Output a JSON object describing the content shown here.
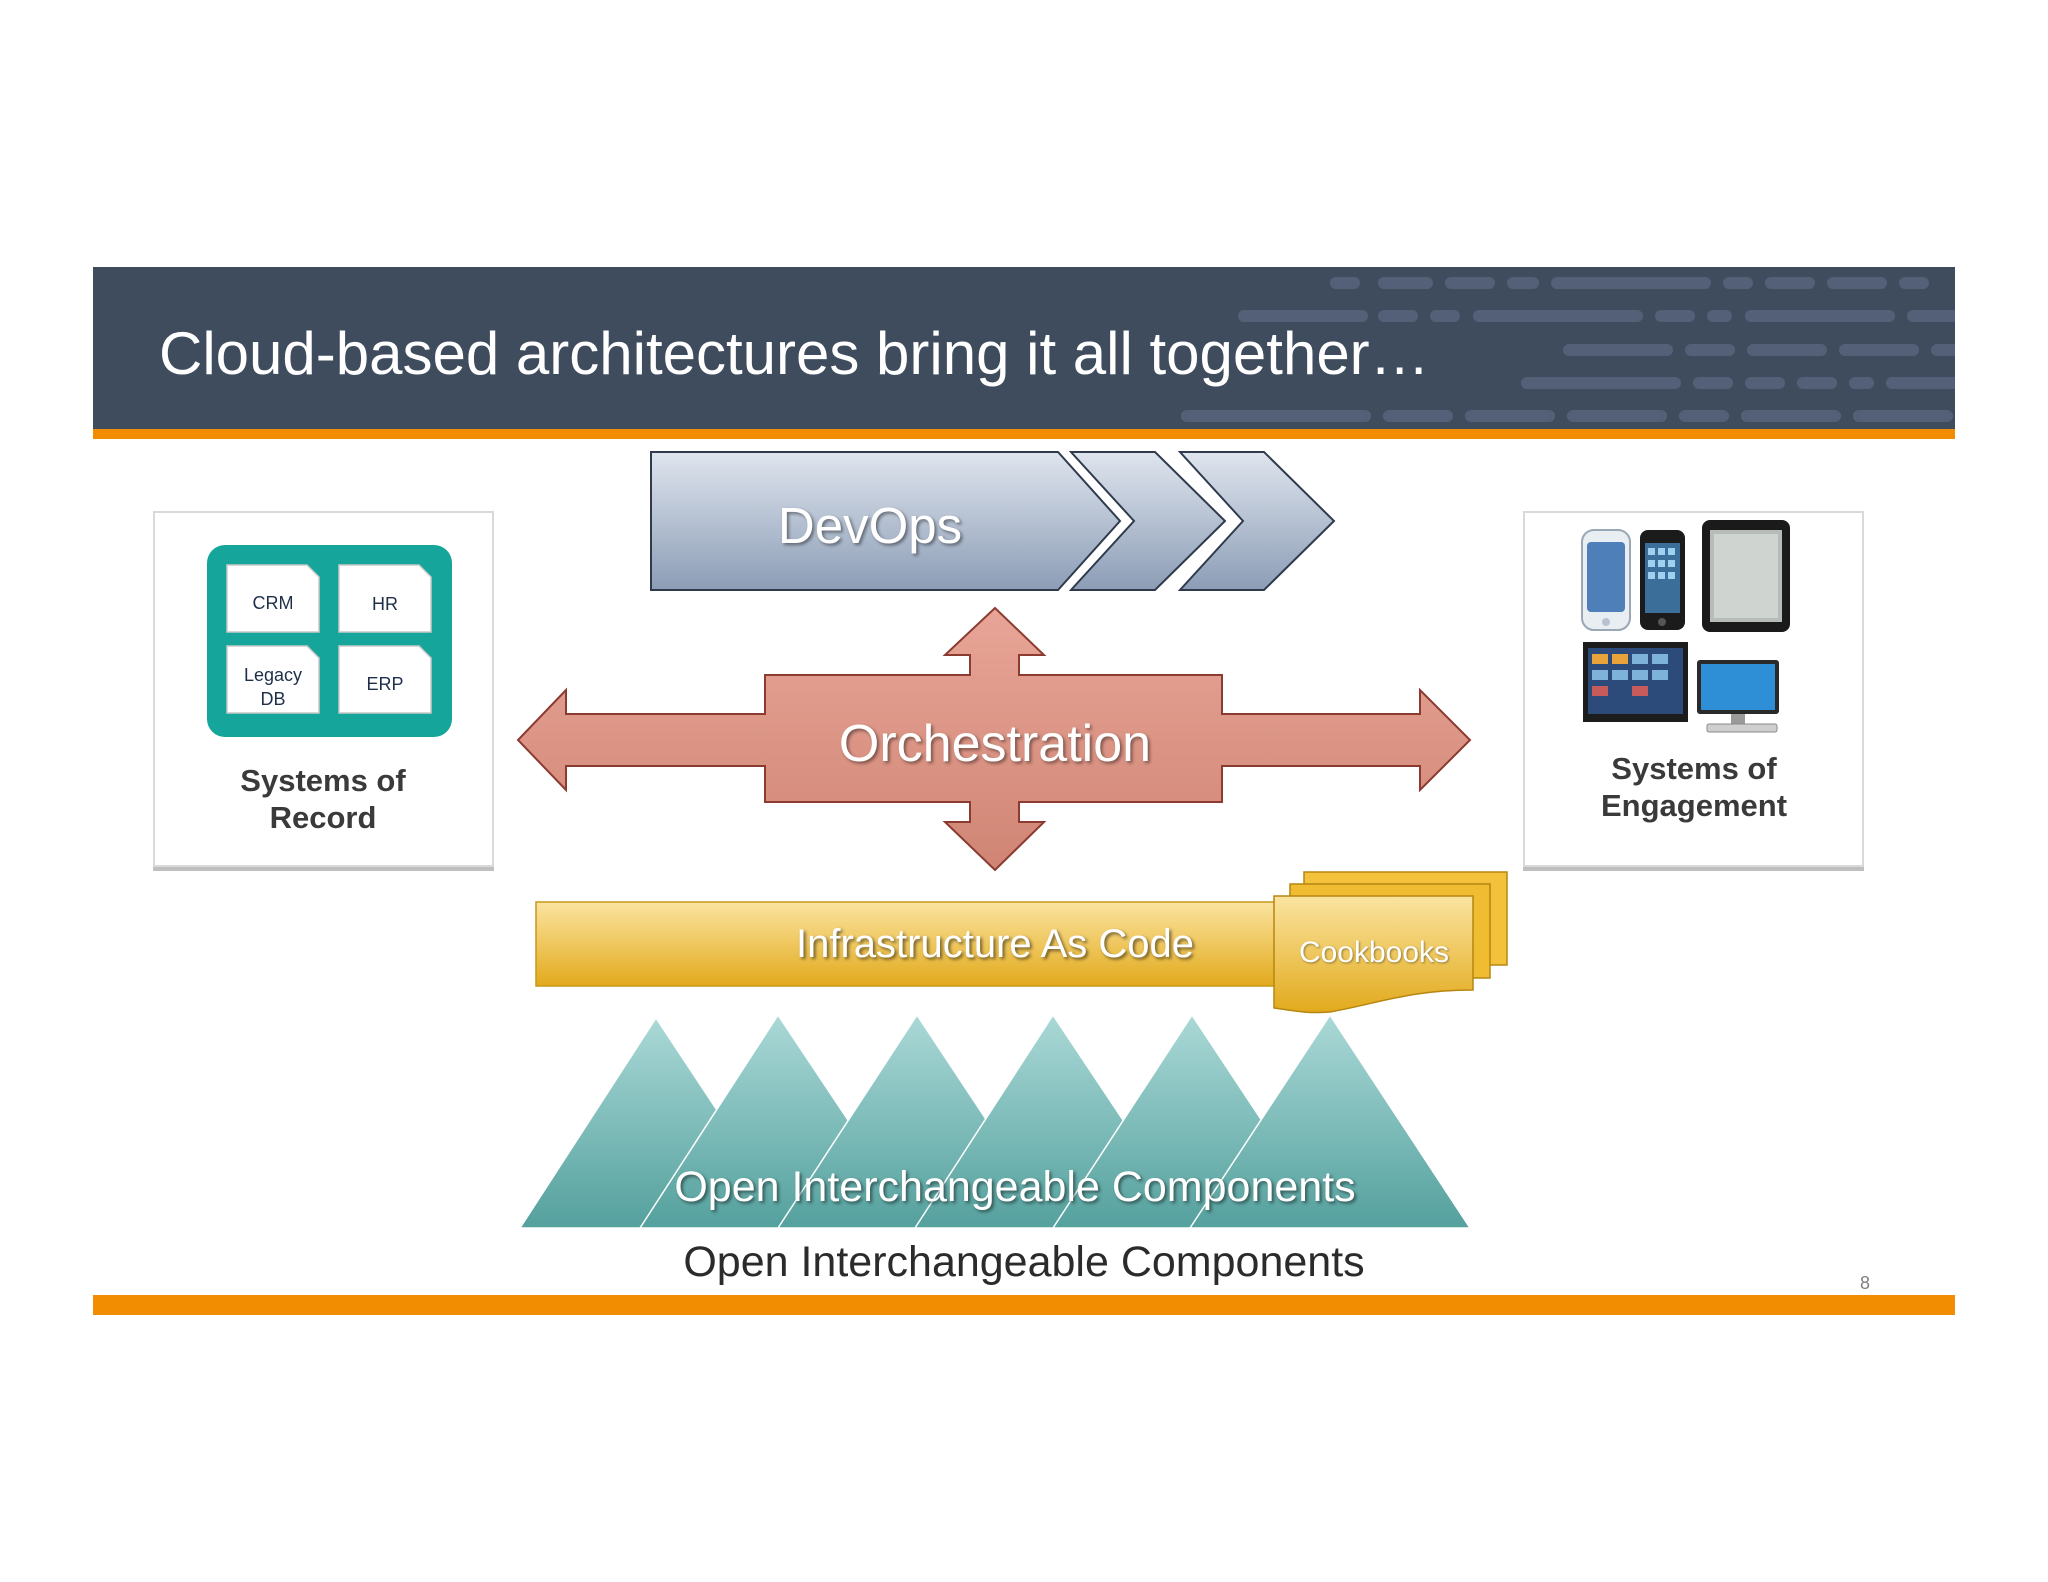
{
  "slide": {
    "title": "Cloud-based architectures bring it all together…",
    "page_number": "8"
  },
  "systems_of_record": {
    "label": "Systems of Record",
    "apps": [
      "CRM",
      "HR",
      "Legacy DB",
      "ERP"
    ]
  },
  "systems_of_engagement": {
    "label": "Systems of Engagement",
    "devices": [
      "smartphone-icon",
      "phone-icon",
      "tablet-icon",
      "tv-icon",
      "desktop-icon"
    ]
  },
  "diagram": {
    "devops": "DevOps",
    "orchestration": "Orchestration",
    "infrastructure": "Infrastructure As Code",
    "cookbooks": "Cookbooks",
    "components_overlay": "Open Interchangeable Components",
    "components_caption": "Open Interchangeable Components"
  },
  "colors": {
    "header_bg": "#3f4c5e",
    "accent_orange": "#f28c00",
    "teal": "#16a59b",
    "devops_blue": "#8a9bb3",
    "orchestration_salmon": "#d98d7c",
    "iac_gold": "#e7b52a",
    "mountain_teal": "#5fa9a6"
  }
}
